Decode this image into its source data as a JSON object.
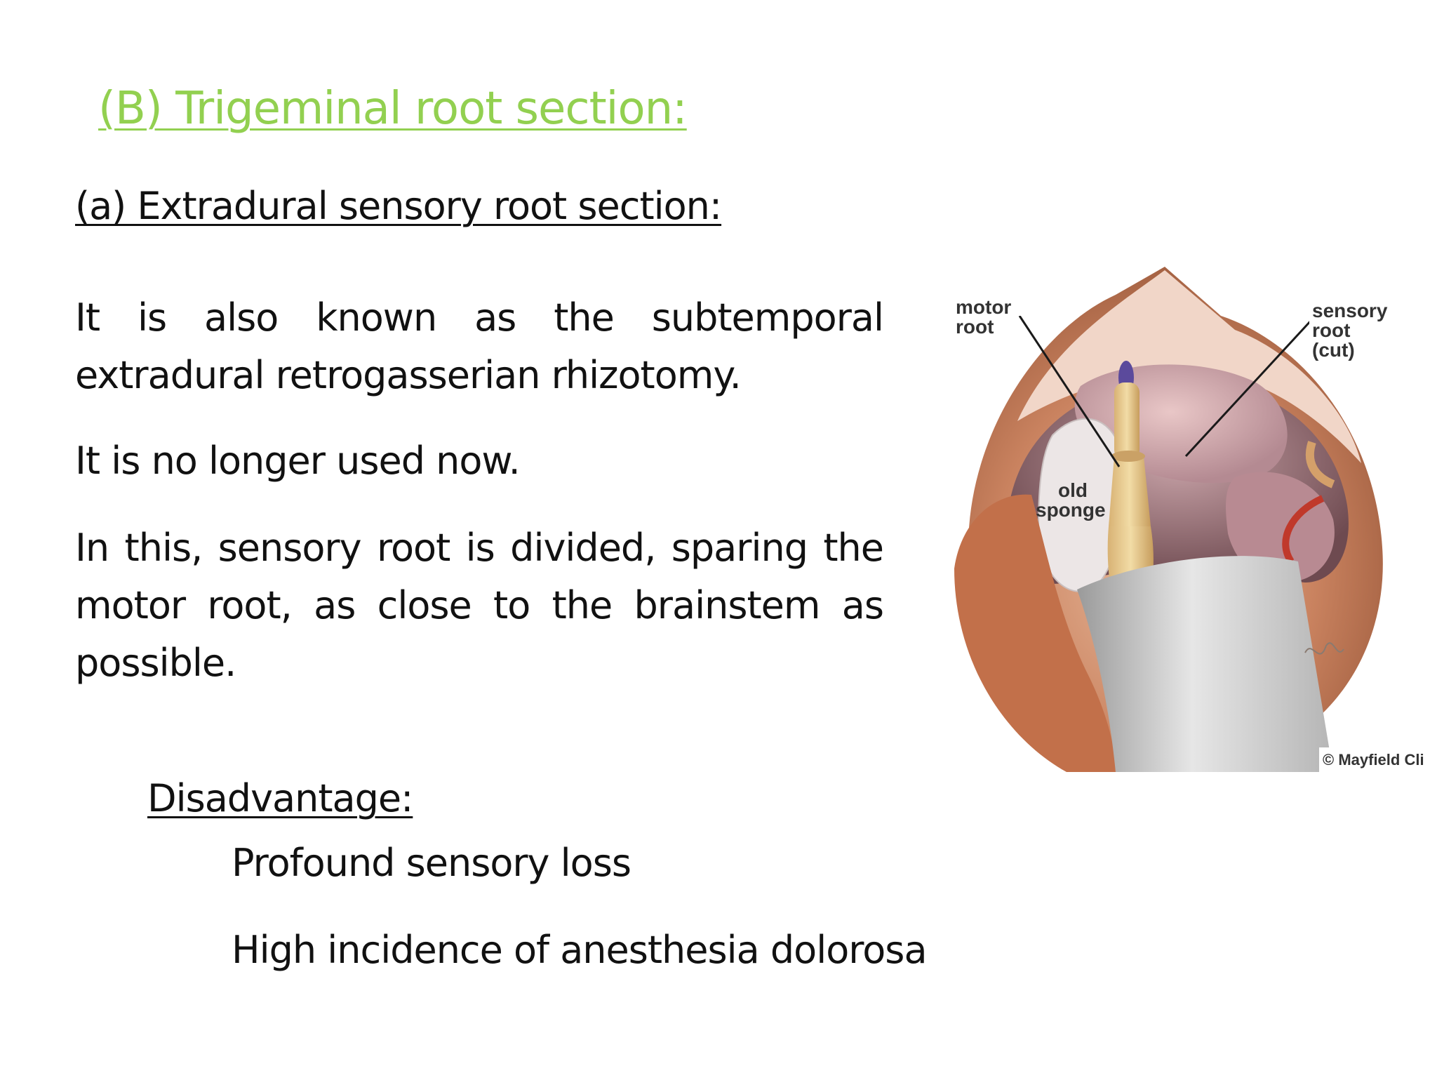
{
  "slide": {
    "title": "(B) Trigeminal root section:",
    "subheading": "(a) Extradural sensory root section:",
    "paragraphs": [
      "It is also known as the subtemporal extradural retrogasserian rhizotomy.",
      "It is no longer used now.",
      "In this, sensory root is divided, sparing the motor root, as close to the brainstem as possible."
    ],
    "disadvantage": {
      "title": "Disadvantage:",
      "items": [
        "Profound sensory loss",
        "High incidence of anesthesia dolorosa"
      ]
    }
  },
  "figure": {
    "labels": {
      "motor_root_line1": "motor",
      "motor_root_line2": "root",
      "sensory_root_line1": "sensory",
      "sensory_root_line2": "root",
      "sensory_root_line3": "(cut)",
      "old_sponge_line1": "old",
      "old_sponge_line2": "sponge"
    },
    "credit": "© Mayfield Clinic"
  },
  "colors": {
    "title": "#92d050",
    "body_text": "#111111",
    "background": "#ffffff"
  }
}
